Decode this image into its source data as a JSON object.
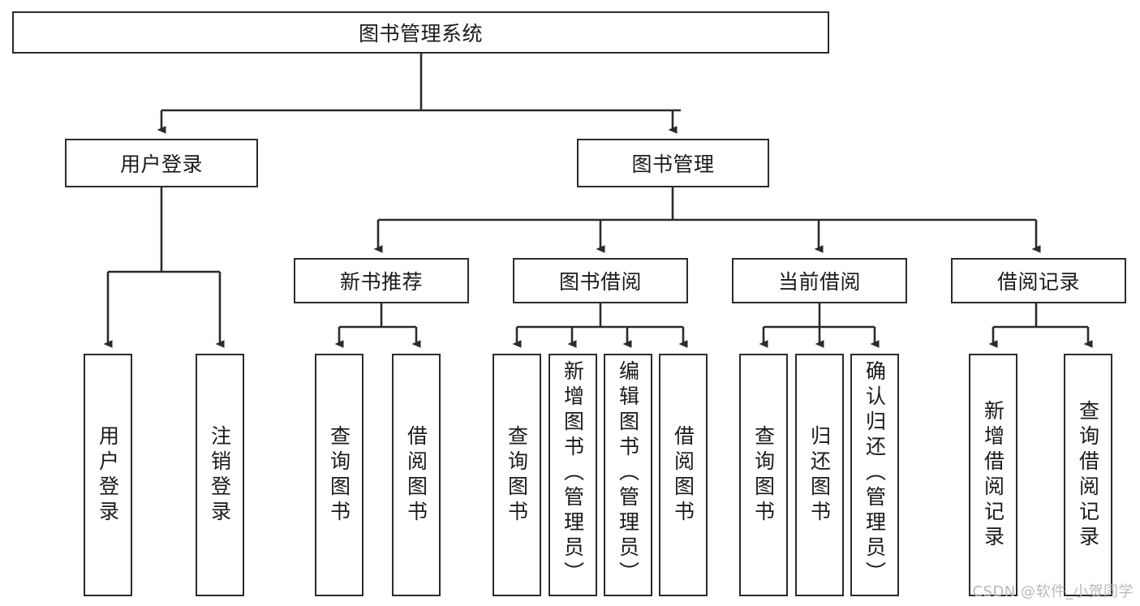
{
  "diagram": {
    "type": "tree-flowchart",
    "title": "图书管理系统",
    "root": {
      "label": "图书管理系统"
    },
    "level2": [
      {
        "label": "用户登录"
      },
      {
        "label": "图书管理"
      }
    ],
    "level3": [
      {
        "label": "新书推荐"
      },
      {
        "label": "图书借阅"
      },
      {
        "label": "当前借阅"
      },
      {
        "label": "借阅记录"
      }
    ],
    "leaves": [
      {
        "label": "用户登录",
        "parent": "用户登录"
      },
      {
        "label": "注销登录",
        "parent": "用户登录"
      },
      {
        "label": "查询图书",
        "parent": "新书推荐"
      },
      {
        "label": "借阅图书",
        "parent": "新书推荐"
      },
      {
        "label": "查询图书",
        "parent": "图书借阅"
      },
      {
        "label": "新增图书（管理员）",
        "parent": "图书借阅"
      },
      {
        "label": "编辑图书（管理员）",
        "parent": "图书借阅"
      },
      {
        "label": "借阅图书",
        "parent": "图书借阅"
      },
      {
        "label": "查询图书",
        "parent": "当前借阅"
      },
      {
        "label": "归还图书",
        "parent": "当前借阅"
      },
      {
        "label": "确认归还（管理员）",
        "parent": "当前借阅"
      },
      {
        "label": "新增借阅记录",
        "parent": "借阅记录"
      },
      {
        "label": "查询借阅记录",
        "parent": "借阅记录"
      }
    ]
  },
  "colors": {
    "stroke": "#2b2b2b",
    "fill": "#ffffff",
    "text": "#1a1a1a",
    "watermark": "#b9b9b9"
  },
  "watermark": {
    "text": "CSDN @软件_小贺同学"
  }
}
